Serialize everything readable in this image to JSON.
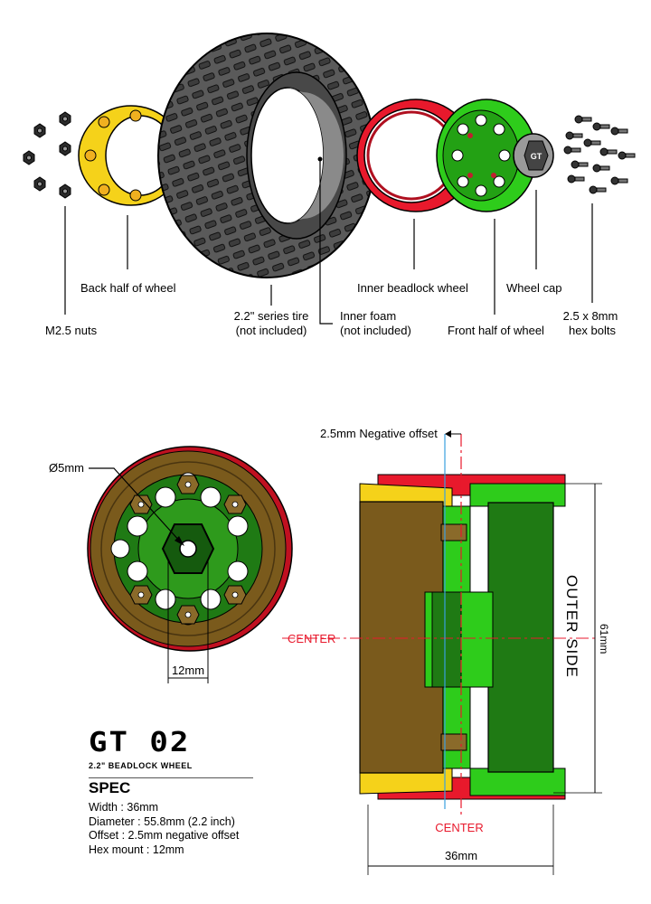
{
  "exploded_labels": {
    "m25_nuts": "M2.5 nuts",
    "back_half": "Back half of wheel",
    "tire_line1": "2.2\" series tire",
    "tire_line2": "(not included)",
    "foam_line1": "Inner foam",
    "foam_line2": "(not included)",
    "inner_beadlock": "Inner beadlock wheel",
    "front_half": "Front half of wheel",
    "wheel_cap": "Wheel cap",
    "bolts_line1": "2.5 x 8mm",
    "bolts_line2": "hex bolts"
  },
  "front_view": {
    "hole_label": "Ø5mm",
    "hex_label": "12mm"
  },
  "section_view": {
    "offset_label": "2.5mm Negative offset",
    "center_left": "CENTER",
    "center_bottom": "CENTER",
    "outer_side": "OUTER  SIDE",
    "height_dim": "61mm",
    "width_dim": "36mm"
  },
  "brand": {
    "logo": "GT 02",
    "subtitle": "2.2\" BEADLOCK WHEEL"
  },
  "spec": {
    "heading": "SPEC",
    "width": "Width : 36mm",
    "diameter": "Diameter : 55.8mm (2.2 inch)",
    "offset": "Offset : 2.5mm negative offset",
    "hex": "Hex mount : 12mm"
  },
  "colors": {
    "yellow": "#f5d21a",
    "red": "#e8192c",
    "green": "#2ecc1b",
    "dark_green": "#1f7a14",
    "brown": "#7a5a1c",
    "tire": "#555555",
    "offset_line": "#3aa0e0"
  }
}
